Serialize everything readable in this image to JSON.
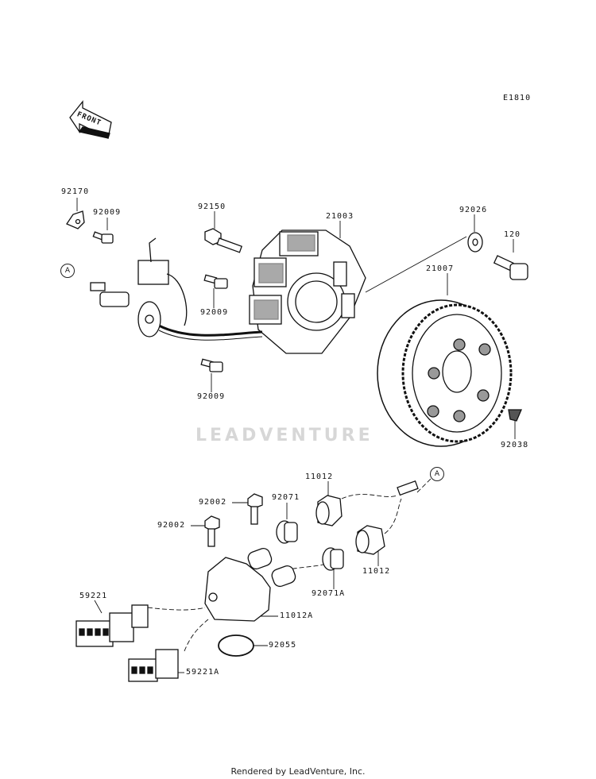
{
  "ref_code": "E1810",
  "front_label": "FRONT",
  "callout_a": "A",
  "parts": {
    "p92170": "92170",
    "p92009a": "92009",
    "p92150": "92150",
    "p21003": "21003",
    "p92026": "92026",
    "p120": "120",
    "p92009b": "92009",
    "p21007": "21007",
    "p92009c": "92009",
    "p92038": "92038",
    "p11012a": "11012",
    "p92002a": "92002",
    "p92071": "92071",
    "p92002b": "92002",
    "p11012b": "11012",
    "p92071A": "92071A",
    "p59221": "59221",
    "p11012A": "11012A",
    "p92055": "92055",
    "p59221A": "59221A"
  },
  "watermark": "LEADVENTURE",
  "footer": "Rendered by LeadVenture, Inc."
}
